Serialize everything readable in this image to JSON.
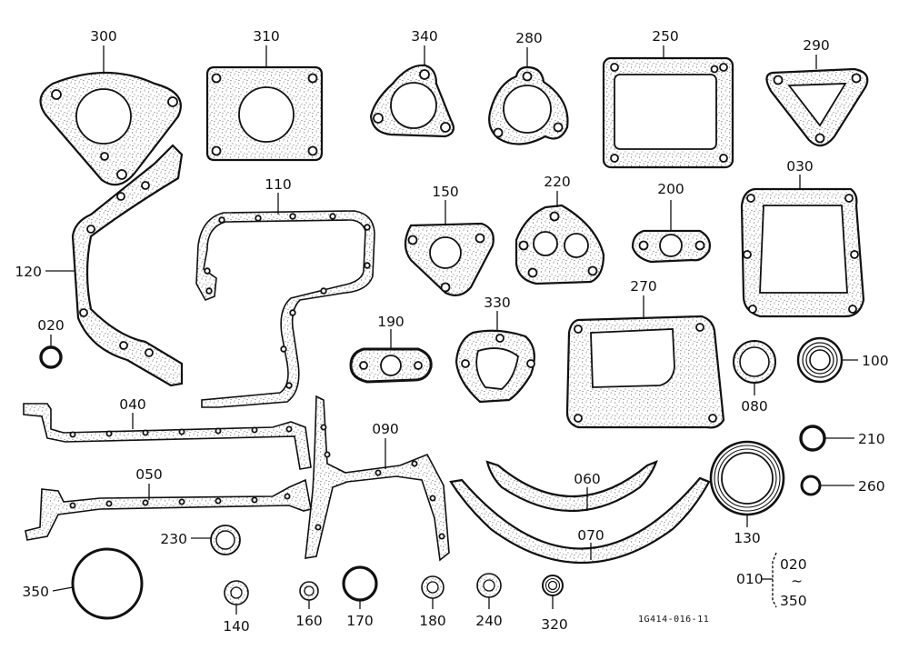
{
  "diagram": {
    "drawing_code": "1G414-016-11",
    "labels": {
      "p300": "300",
      "p310": "310",
      "p340": "340",
      "p280": "280",
      "p250": "250",
      "p290": "290",
      "p110": "110",
      "p150": "150",
      "p220": "220",
      "p200": "200",
      "p030": "030",
      "p120": "120",
      "p020": "020",
      "p190": "190",
      "p330": "330",
      "p270": "270",
      "p080": "080",
      "p100": "100",
      "p040": "040",
      "p090": "090",
      "p210": "210",
      "p050": "050",
      "p060": "060",
      "p260": "260",
      "p130": "130",
      "p230": "230",
      "p070": "070",
      "p350": "350",
      "p140": "140",
      "p160": "160",
      "p170": "170",
      "p180": "180",
      "p240": "240",
      "p320": "320"
    },
    "kit": {
      "label": "010",
      "range_start": "020",
      "range_sep": "~",
      "range_end": "350"
    }
  }
}
